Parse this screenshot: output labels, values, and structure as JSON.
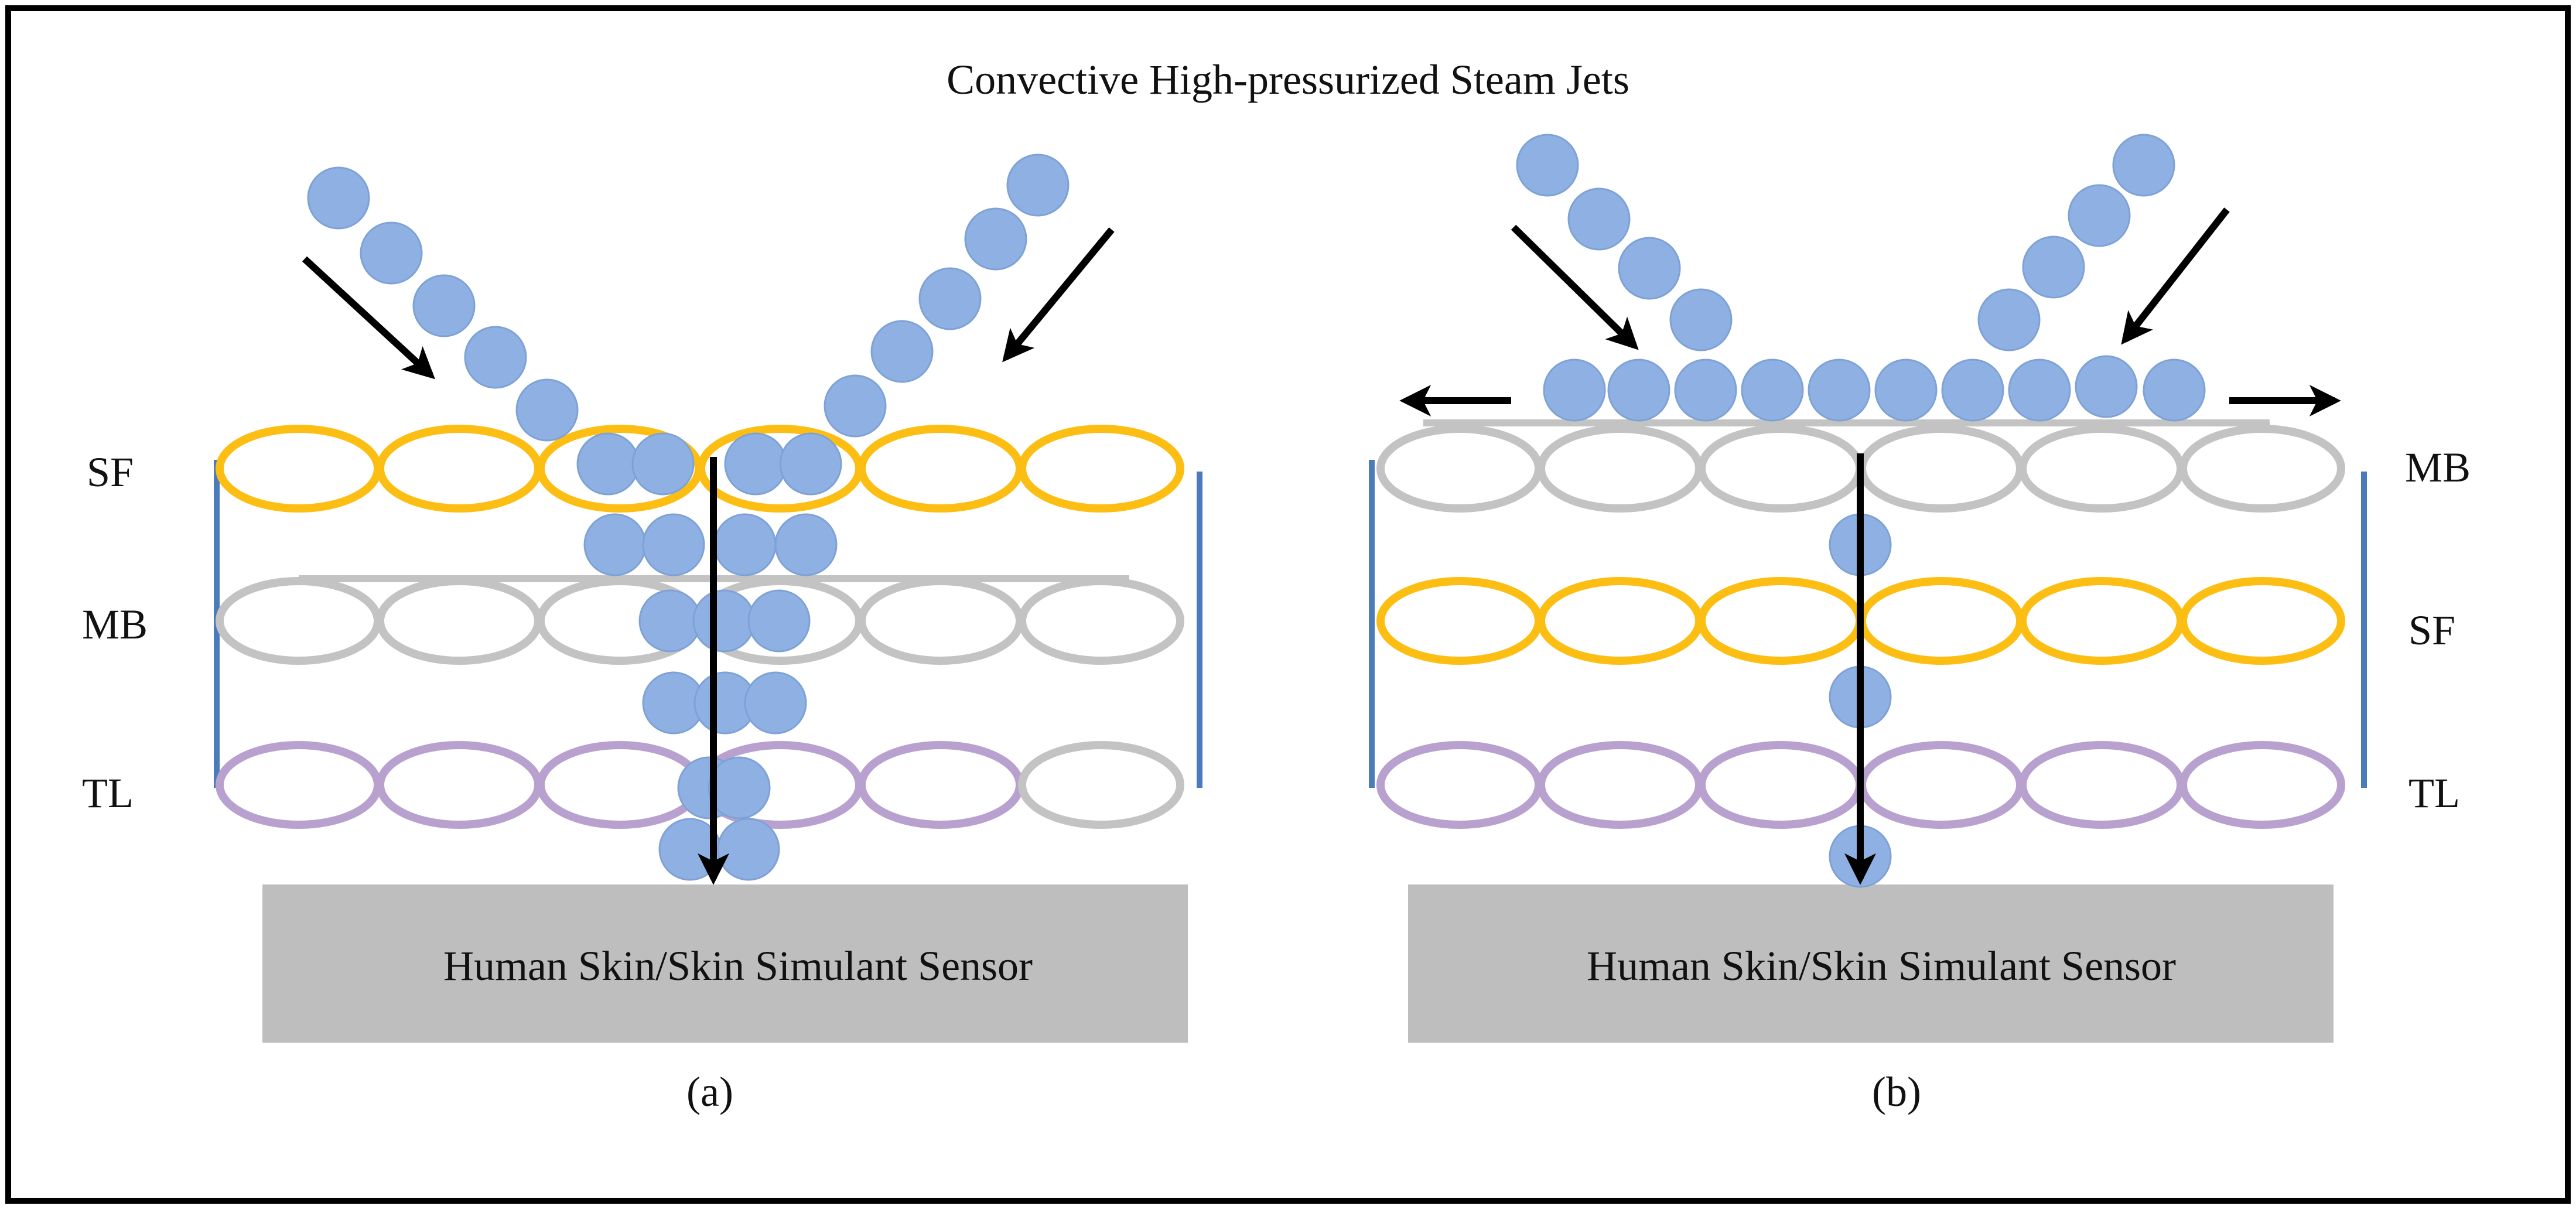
{
  "title": "Convective High-pressurized Steam Jets",
  "panels": {
    "a": {
      "caption": "(a)",
      "layer_labels": [
        "SF",
        "MB",
        "TL"
      ],
      "sensor_label": "Human Skin/Skin Simulant Sensor"
    },
    "b": {
      "caption": "(b)",
      "layer_labels": [
        "MB",
        "SF",
        "TL"
      ],
      "sensor_label": "Human Skin/Skin Simulant Sensor"
    }
  },
  "colors": {
    "frame": "#000000",
    "droplet": "#8EB0E2",
    "droplet_stroke": "#7FA2D6",
    "layer_SF": "#FDBE14",
    "layer_MB": "#C3C3C3",
    "layer_TL": "#B8A1CF",
    "side_bar": "#4A7BBA",
    "sensor": "#BEBEBE",
    "arrow": "#000000"
  }
}
